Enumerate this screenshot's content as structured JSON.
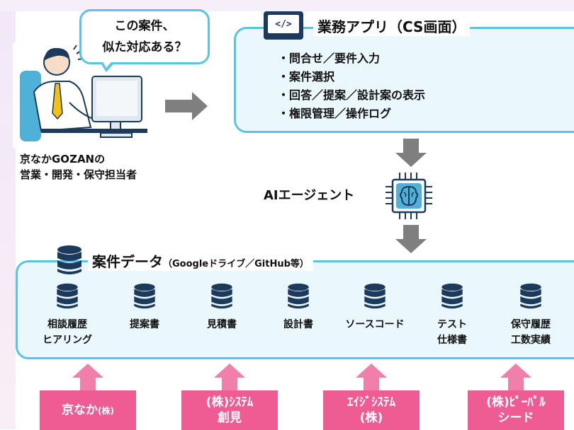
{
  "bubble": {
    "line1": "この案件、",
    "line2": "似た対応ある？"
  },
  "user": {
    "caption_line1": "京なかGOZANの",
    "caption_line2": "営業・開発・保守担当者"
  },
  "app": {
    "icon_text": "</>",
    "title": "業務アプリ（CS画面）",
    "items": [
      "・問合せ／要件入力",
      "・案件選択",
      "・回答／提案／設計案の表示",
      "・権限管理／操作ログ"
    ]
  },
  "ai_agent": {
    "label": "AIエージェント"
  },
  "data": {
    "title": "案件データ",
    "subtitle": "（Googleドライブ／GitHub等）",
    "sources": [
      {
        "line1": "相談履歴",
        "line2": "ヒアリング"
      },
      {
        "line1": "提案書",
        "line2": ""
      },
      {
        "line1": "見積書",
        "line2": ""
      },
      {
        "line1": "設計書",
        "line2": ""
      },
      {
        "line1": "ソースコード",
        "line2": ""
      },
      {
        "line1": "テスト",
        "line2": "仕様書"
      },
      {
        "line1": "保守履歴",
        "line2": "工数実績"
      }
    ]
  },
  "companies": [
    {
      "line1": "京なか",
      "line1_suffix": "(株)",
      "line2": ""
    },
    {
      "line1": "(株)ｼｽﾃﾑ",
      "line1_suffix": "",
      "line2": "創見"
    },
    {
      "line1": "ｴｲｼﾞｼｽﾃﾑ",
      "line1_suffix": "",
      "line2": "(株)"
    },
    {
      "line1": "(株)ﾋﾟｰﾊﾟﾙ",
      "line1_suffix": "",
      "line2": "シード"
    }
  ],
  "colors": {
    "accent_border": "#5cc2e6",
    "box_fill": "#eaf7fc",
    "company_fill": "#ef5b93",
    "arrow": "#7f7f7f",
    "db_icon": "#1b3a5c"
  }
}
